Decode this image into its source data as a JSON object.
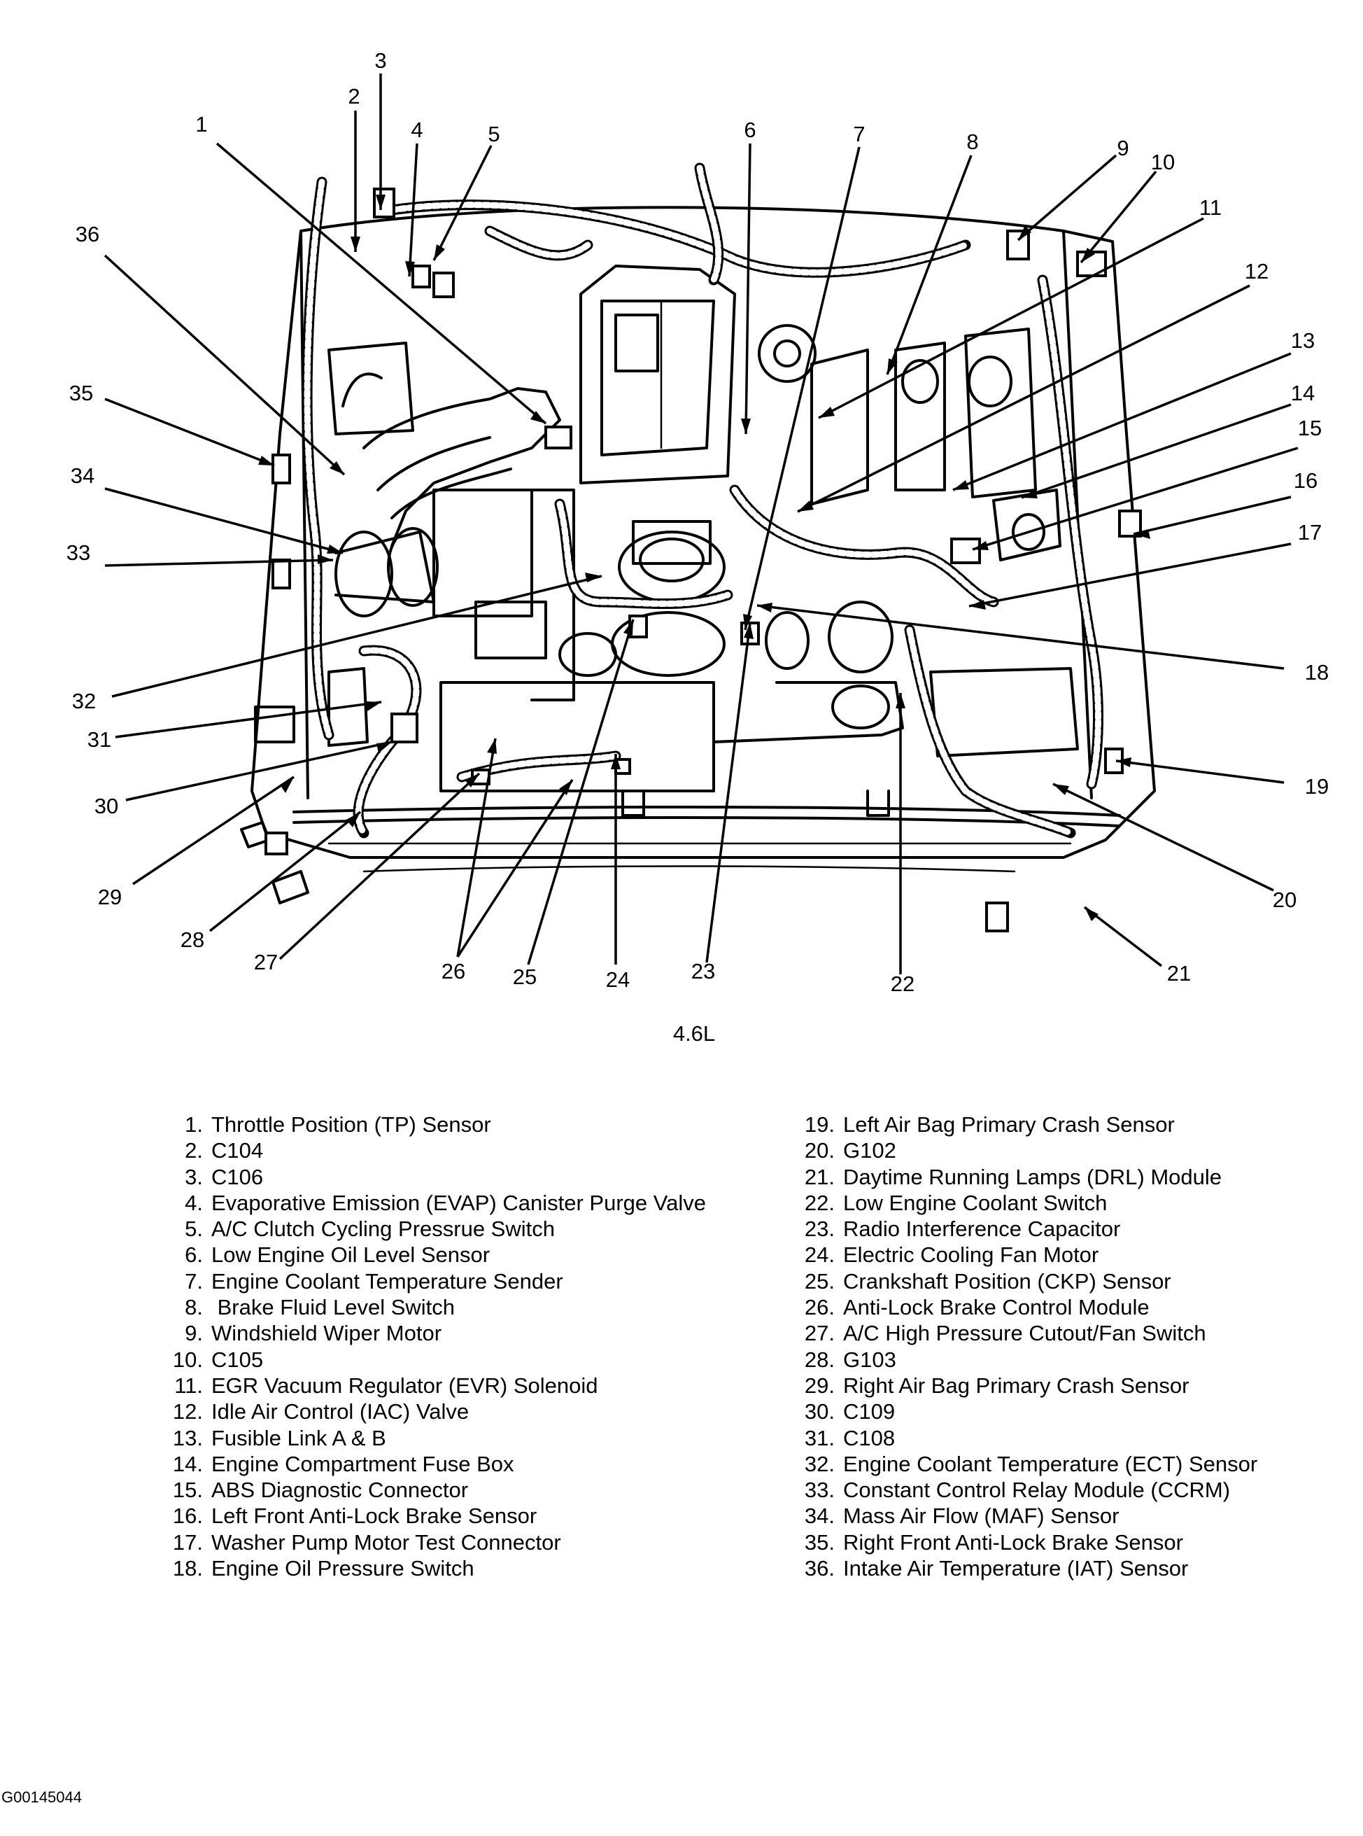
{
  "diagram_title": "4.6L",
  "figure_id": "G00145044",
  "components": [
    {
      "num": "1.",
      "label": "Throttle Position (TP) Sensor"
    },
    {
      "num": "2.",
      "label": "C104"
    },
    {
      "num": "3.",
      "label": "C106"
    },
    {
      "num": "4.",
      "label": "Evaporative Emission (EVAP) Canister Purge Valve"
    },
    {
      "num": "5.",
      "label": "A/C Clutch Cycling Pressrue Switch"
    },
    {
      "num": "6.",
      "label": "Low Engine Oil Level Sensor"
    },
    {
      "num": "7.",
      "label": "Engine Coolant Temperature Sender"
    },
    {
      "num": "8.",
      "label": " Brake Fluid Level Switch"
    },
    {
      "num": "9.",
      "label": "Windshield Wiper Motor"
    },
    {
      "num": "10.",
      "label": "C105"
    },
    {
      "num": "11.",
      "label": "EGR Vacuum Regulator (EVR) Solenoid"
    },
    {
      "num": "12.",
      "label": "Idle Air Control (IAC) Valve"
    },
    {
      "num": "13.",
      "label": "Fusible Link A & B"
    },
    {
      "num": "14.",
      "label": "Engine Compartment Fuse Box"
    },
    {
      "num": "15.",
      "label": "ABS Diagnostic Connector"
    },
    {
      "num": "16.",
      "label": "Left Front Anti-Lock Brake Sensor"
    },
    {
      "num": "17.",
      "label": "Washer Pump Motor Test Connector"
    },
    {
      "num": "18.",
      "label": "Engine Oil Pressure Switch"
    },
    {
      "num": "19.",
      "label": "Left Air Bag Primary Crash Sensor"
    },
    {
      "num": "20.",
      "label": "G102"
    },
    {
      "num": "21.",
      "label": "Daytime Running Lamps (DRL) Module"
    },
    {
      "num": "22.",
      "label": "Low Engine Coolant Switch"
    },
    {
      "num": "23.",
      "label": "Radio Interference Capacitor"
    },
    {
      "num": "24.",
      "label": "Electric Cooling Fan Motor"
    },
    {
      "num": "25.",
      "label": "Crankshaft Position (CKP) Sensor"
    },
    {
      "num": "26.",
      "label": "Anti-Lock Brake Control Module"
    },
    {
      "num": "27.",
      "label": "A/C High Pressure Cutout/Fan Switch"
    },
    {
      "num": "28.",
      "label": "G103"
    },
    {
      "num": "29.",
      "label": "Right Air Bag Primary Crash Sensor"
    },
    {
      "num": "30.",
      "label": "C109"
    },
    {
      "num": "31.",
      "label": "C108"
    },
    {
      "num": "32.",
      "label": "Engine Coolant Temperature (ECT) Sensor"
    },
    {
      "num": "33.",
      "label": "Constant Control Relay Module (CCRM)"
    },
    {
      "num": "34.",
      "label": "Mass Air Flow (MAF) Sensor"
    },
    {
      "num": "35.",
      "label": "Right Front Anti-Lock Brake Sensor"
    },
    {
      "num": "36.",
      "label": "Intake Air Temperature (IAT) Sensor"
    }
  ],
  "callouts": [
    "1",
    "2",
    "3",
    "4",
    "5",
    "6",
    "7",
    "8",
    "9",
    "10",
    "11",
    "12",
    "13",
    "14",
    "15",
    "16",
    "17",
    "18",
    "19",
    "20",
    "21",
    "22",
    "23",
    "24",
    "25",
    "26",
    "27",
    "28",
    "29",
    "30",
    "31",
    "32",
    "33",
    "34",
    "35",
    "36"
  ]
}
